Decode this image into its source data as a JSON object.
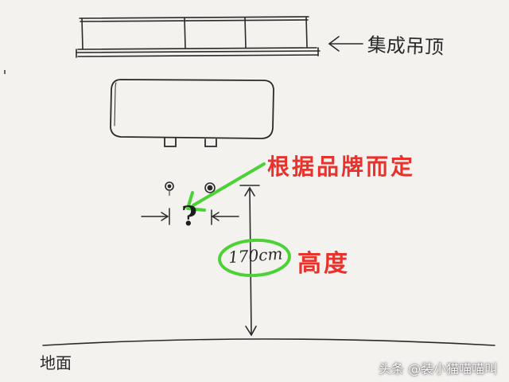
{
  "labels": {
    "ceiling": "集成吊顶",
    "brand_note": "根据品牌而定",
    "height_label": "高度",
    "height_value": "170cm",
    "unknown_mark": "?",
    "floor": "地面"
  },
  "watermark": "头条 @装小猫喵喵叫",
  "colors": {
    "background": "#f3f2ef",
    "ink": "#2a2a2a",
    "callout_red": "#e8322b",
    "highlight_green": "#4cd137"
  }
}
